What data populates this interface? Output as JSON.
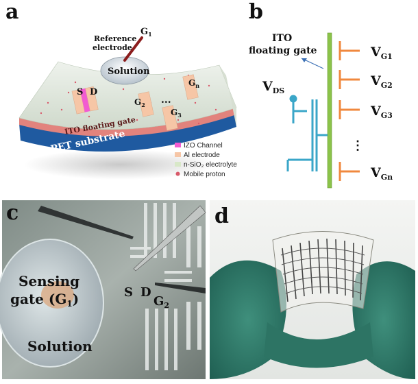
{
  "panel_a": {
    "label": "a",
    "reference_electrode": [
      "Reference",
      "electrode"
    ],
    "g1": "G",
    "g1_sub": "1",
    "solution": "Solution",
    "s": "S",
    "d": "D",
    "g2": "G",
    "g2_sub": "2",
    "g3": "G",
    "g3_sub": "3",
    "gn": "G",
    "gn_sub": "n",
    "dots": "...",
    "ito_layer": "ITO floating gate",
    "pet_layer": "PET substrate",
    "legend": [
      {
        "label": "IZO Channel",
        "color": "#f25bd1"
      },
      {
        "label": "Al electrode",
        "color": "#f6c6a6"
      },
      {
        "label": "n-SiO₂ electrolyte",
        "color": "#d8e8c8"
      },
      {
        "label": "Mobile proton",
        "color": "#d85a6a"
      }
    ]
  },
  "panel_b": {
    "label": "b",
    "ito_title": [
      "ITO",
      "floating gate"
    ],
    "vds": "V",
    "vds_sub": "DS",
    "gates": [
      {
        "v": "V",
        "sub": "G1"
      },
      {
        "v": "V",
        "sub": "G2"
      },
      {
        "v": "V",
        "sub": "G3"
      },
      {
        "v": "V",
        "sub": "Gn"
      }
    ],
    "vdots": "⋮",
    "colors": {
      "rail": "#8bc34a",
      "gate": "#f0883e",
      "tft": "#3aa6c8"
    }
  },
  "panel_c": {
    "label": "c",
    "sensing": "Sensing",
    "gate_g1": "gate (G",
    "gate_g1_sub": "1",
    "gate_g1_close": ")",
    "solution": "Solution",
    "s": "S",
    "d": "D",
    "g2": "G",
    "g2_sub": "2"
  },
  "panel_d": {
    "label": "d"
  }
}
